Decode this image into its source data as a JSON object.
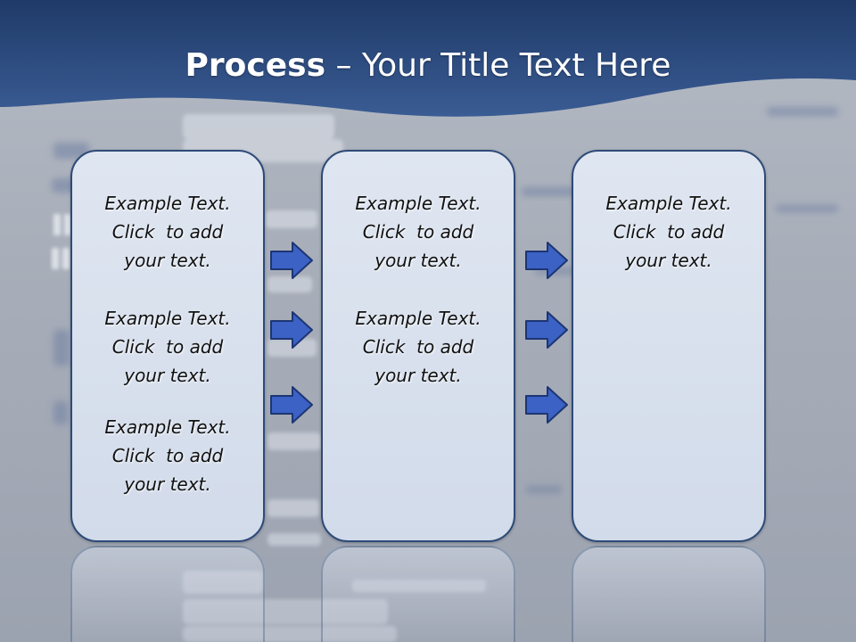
{
  "slide": {
    "title_bold": "Process",
    "title_rest": "  – Your Title Text Here"
  },
  "columns": [
    {
      "blocks": [
        {
          "line1": "Example Text.",
          "line2": "Click  to add",
          "line3": "your text."
        },
        {
          "line1": "Example Text.",
          "line2": "Click  to add",
          "line3": "your text."
        },
        {
          "line1": "Example Text.",
          "line2": "Click  to add",
          "line3": "your text."
        }
      ]
    },
    {
      "blocks": [
        {
          "line1": "Example Text.",
          "line2": "Click  to add",
          "line3": "your text."
        },
        {
          "line1": "Example Text.",
          "line2": "Click  to add",
          "line3": "your text."
        }
      ]
    },
    {
      "blocks": [
        {
          "line1": "Example Text.",
          "line2": "Click  to add",
          "line3": "your text."
        }
      ]
    }
  ],
  "arrows": {
    "fill": "#3b62c4",
    "stroke": "#1d3573",
    "icon": "right-arrow-icon"
  },
  "colors": {
    "header": "#2d4a7a",
    "box_border": "#2e4a78",
    "box_fill": "#d8e0ed"
  }
}
